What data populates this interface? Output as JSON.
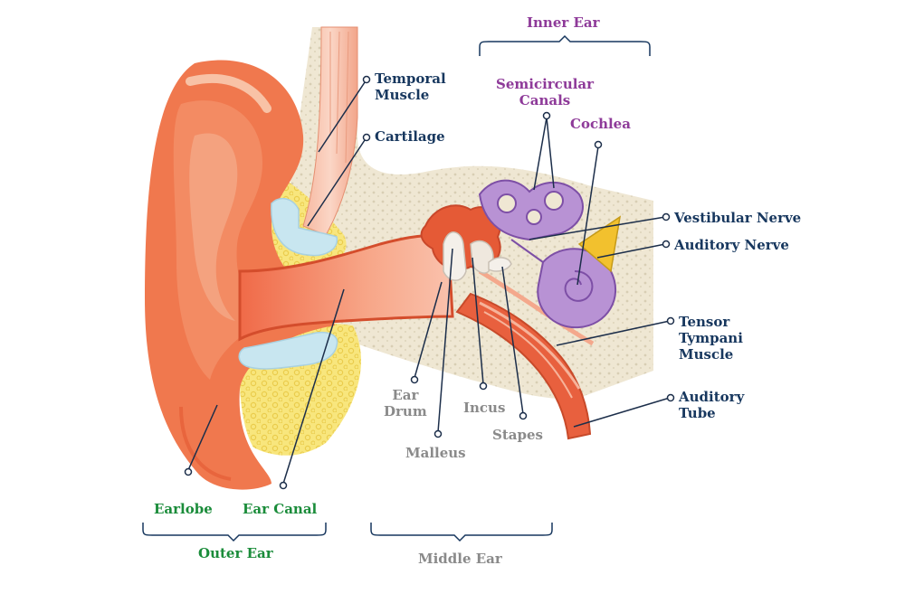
{
  "groups": {
    "inner_ear": "Inner Ear",
    "outer_ear": "Outer Ear",
    "middle_ear": "Middle Ear"
  },
  "labels": {
    "temporal_muscle": [
      "Temporal",
      "Muscle"
    ],
    "cartilage": "Cartilage",
    "semicircular_canals": [
      "Semicircular",
      "Canals"
    ],
    "cochlea": "Cochlea",
    "vestibular_nerve": "Vestibular Nerve",
    "auditory_nerve": "Auditory Nerve",
    "tensor_tympani_muscle": [
      "Tensor",
      "Tympani",
      "Muscle"
    ],
    "auditory_tube": [
      "Auditory",
      "Tube"
    ],
    "ear_drum": [
      "Ear",
      "Drum"
    ],
    "incus": "Incus",
    "stapes": "Stapes",
    "malleus": "Malleus",
    "earlobe": "Earlobe",
    "ear_canal": "Ear Canal"
  },
  "colors": {
    "outer_label": "#1a8c3a",
    "inner_label": "#8e3a99",
    "middle_label": "#8a8a8a",
    "structure_label": "#17375e",
    "skin": "#f07850",
    "bone": "#ece4cf",
    "fat": "#f7e27a",
    "cochlea": "#b892d4",
    "cartilage": "#c9e6f0"
  }
}
